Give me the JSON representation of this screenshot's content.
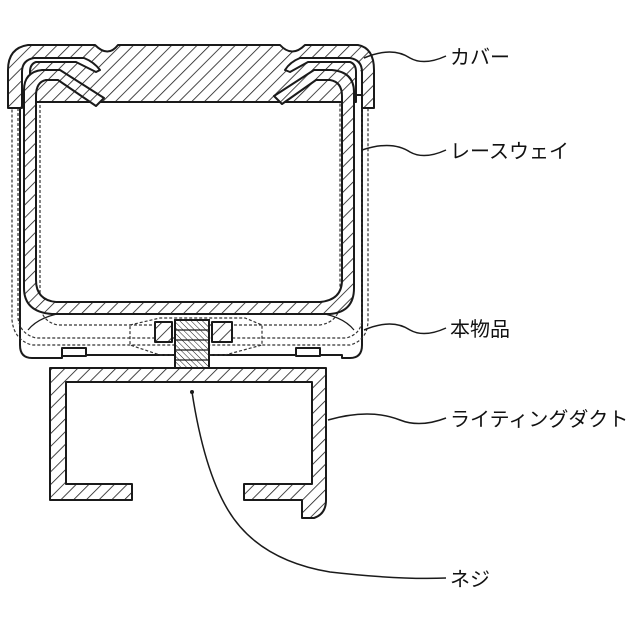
{
  "labels": {
    "cover": "カバー",
    "raceway": "レースウェイ",
    "product": "本物品",
    "lighting_duct": "ライティングダクト",
    "screw": "ネジ"
  },
  "colors": {
    "line": "#1a1a1a",
    "background": "#ffffff"
  }
}
